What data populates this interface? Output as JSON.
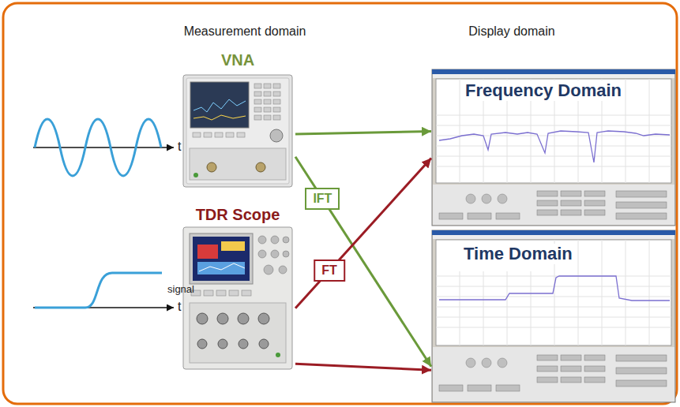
{
  "diagram": {
    "nodes": [
      {
        "text": [
          "VNA"
        ]
      },
      {
        "text": [
          "TDR Scope"
        ]
      },
      {
        "text": [
          "Frequency Domain"
        ]
      },
      {
        "text": [
          "Time Domain"
        ]
      }
    ],
    "edges": [
      {
        "from": 0,
        "to": 2,
        "arrow": "to"
      },
      {
        "from": 0,
        "to": 3,
        "label": "IFT",
        "arrow": "to"
      },
      {
        "from": 1,
        "to": 2,
        "label": "FT",
        "arrow": "to"
      },
      {
        "from": 1,
        "to": 3,
        "arrow": "to"
      }
    ],
    "labels": [
      "Measurement domain",
      "Display domain",
      "t",
      "t",
      "signal"
    ]
  }
}
